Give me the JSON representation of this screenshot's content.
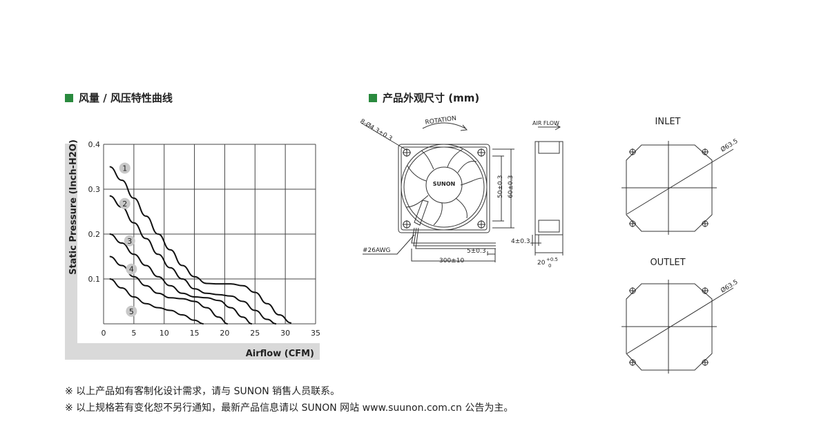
{
  "sections": {
    "curve_title": "风量 / 风压特性曲线",
    "dimension_title": "产品外观尺寸 (mm)"
  },
  "chart_data": {
    "type": "line",
    "title": "",
    "xlabel": "Airflow (CFM)",
    "ylabel": "Static Pressure (Inch-H2O)",
    "xlim": [
      0,
      35
    ],
    "ylim": [
      0,
      0.4
    ],
    "xticks": [
      "0",
      "5",
      "10",
      "15",
      "20",
      "25",
      "30",
      "35"
    ],
    "yticks": [
      "0.1",
      "0.2",
      "0.3",
      "0.4"
    ],
    "grid": true,
    "series": [
      {
        "name": "1",
        "x": [
          1,
          3,
          5,
          7,
          9,
          11,
          13,
          15,
          17,
          19,
          21,
          23,
          25,
          27,
          29,
          31
        ],
        "y": [
          0.35,
          0.32,
          0.28,
          0.24,
          0.2,
          0.165,
          0.13,
          0.105,
          0.09,
          0.089,
          0.089,
          0.085,
          0.07,
          0.045,
          0.02,
          0.002
        ]
      },
      {
        "name": "2",
        "x": [
          1,
          3,
          5,
          7,
          9,
          11,
          13,
          15,
          17,
          19,
          21,
          23,
          25,
          27,
          28.5
        ],
        "y": [
          0.285,
          0.26,
          0.225,
          0.19,
          0.155,
          0.125,
          0.1,
          0.078,
          0.068,
          0.065,
          0.062,
          0.05,
          0.03,
          0.01,
          0.0
        ]
      },
      {
        "name": "3",
        "x": [
          1,
          3,
          5,
          7,
          9,
          11,
          13,
          15,
          17,
          19,
          21,
          23,
          24.5
        ],
        "y": [
          0.2,
          0.18,
          0.155,
          0.13,
          0.105,
          0.085,
          0.068,
          0.06,
          0.058,
          0.052,
          0.036,
          0.015,
          0.0
        ]
      },
      {
        "name": "4",
        "x": [
          1,
          3,
          5,
          7,
          9,
          11,
          13,
          15,
          17,
          19,
          20.5
        ],
        "y": [
          0.15,
          0.13,
          0.105,
          0.085,
          0.068,
          0.058,
          0.056,
          0.05,
          0.036,
          0.015,
          0.0
        ]
      },
      {
        "name": "5",
        "x": [
          1,
          3,
          5,
          7,
          9,
          11,
          13,
          15,
          16.5
        ],
        "y": [
          0.1,
          0.08,
          0.06,
          0.045,
          0.036,
          0.03,
          0.02,
          0.008,
          0.0
        ]
      }
    ],
    "curve_labels": [
      {
        "text": "1",
        "x": 3.5,
        "y": 0.347
      },
      {
        "text": "2",
        "x": 3.5,
        "y": 0.268
      },
      {
        "text": "3",
        "x": 4.3,
        "y": 0.185
      },
      {
        "text": "4",
        "x": 4.6,
        "y": 0.122
      },
      {
        "text": "5",
        "x": 4.6,
        "y": 0.028
      }
    ]
  },
  "diagram": {
    "rotation_label": "ROTATION",
    "hole_label": "8-Ø4.3±0.3",
    "brand_label": "SUNON",
    "dim_50": "50±0.3",
    "dim_60": "60±0.3",
    "wire_label": "#26AWG",
    "strip_label": "5±0.3",
    "lead_label": "300±10",
    "airflow_label": "AIR FLOW",
    "flange_label": "4±0.3",
    "depth_label": "20",
    "depth_tol_upper": "+0.5",
    "depth_tol_lower": "0",
    "inlet_label": "INLET",
    "outlet_label": "OUTLET",
    "diameter_label": "Ø63.5"
  },
  "notes": [
    "※ 以上产品如有客制化设计需求，请与 SUNON 销售人员联系。",
    "※ 以上规格若有变化恕不另行通知，最新产品信息请以 SUNON 网站 www.suunon.com.cn 公告为主。"
  ],
  "colors": {
    "accent": "#2a8a3e",
    "chart_bg": "#d9d9d9",
    "label_bubble": "#c8c8c8"
  }
}
